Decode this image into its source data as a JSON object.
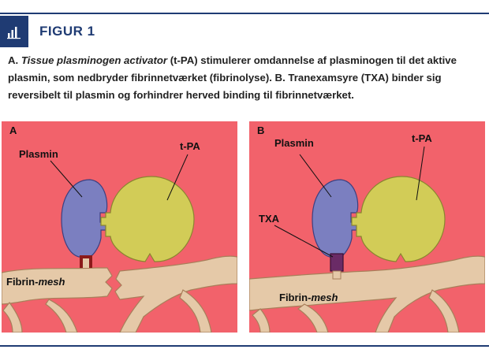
{
  "figure": {
    "title": "FIGUR 1",
    "caption_prefix": "A. ",
    "caption_italic": "Tissue plasminogen activator",
    "caption_rest": " (t-PA) stimulerer omdannelse af plasminogen til det aktive plasmin, som nedbryder fibrinnetværket (fibrinolyse). B. Tranexamsyre (TXA) binder sig reversibelt til plasmin og forhindrer herved binding til fibrinnetværket."
  },
  "panel_a": {
    "letter": "A",
    "plasmin_label": "Plasmin",
    "tpa_label": "t-PA",
    "fibrin_label_main": "Fibrin-",
    "fibrin_label_italic": "mesh"
  },
  "panel_b": {
    "letter": "B",
    "plasmin_label": "Plasmin",
    "tpa_label": "t-PA",
    "txa_label": "TXA",
    "fibrin_label_main": "Fibrin-",
    "fibrin_label_italic": "mesh"
  },
  "colors": {
    "brand": "#1f3b73",
    "background": "#f2626b",
    "plasmin": "#7b7fc0",
    "tpa": "#d2cc57",
    "fibrin": "#e5c9a8",
    "txa": "#6a2b66",
    "dark_red": "#8c1a1a"
  },
  "icons": {
    "badge": "bar-chart-icon"
  }
}
